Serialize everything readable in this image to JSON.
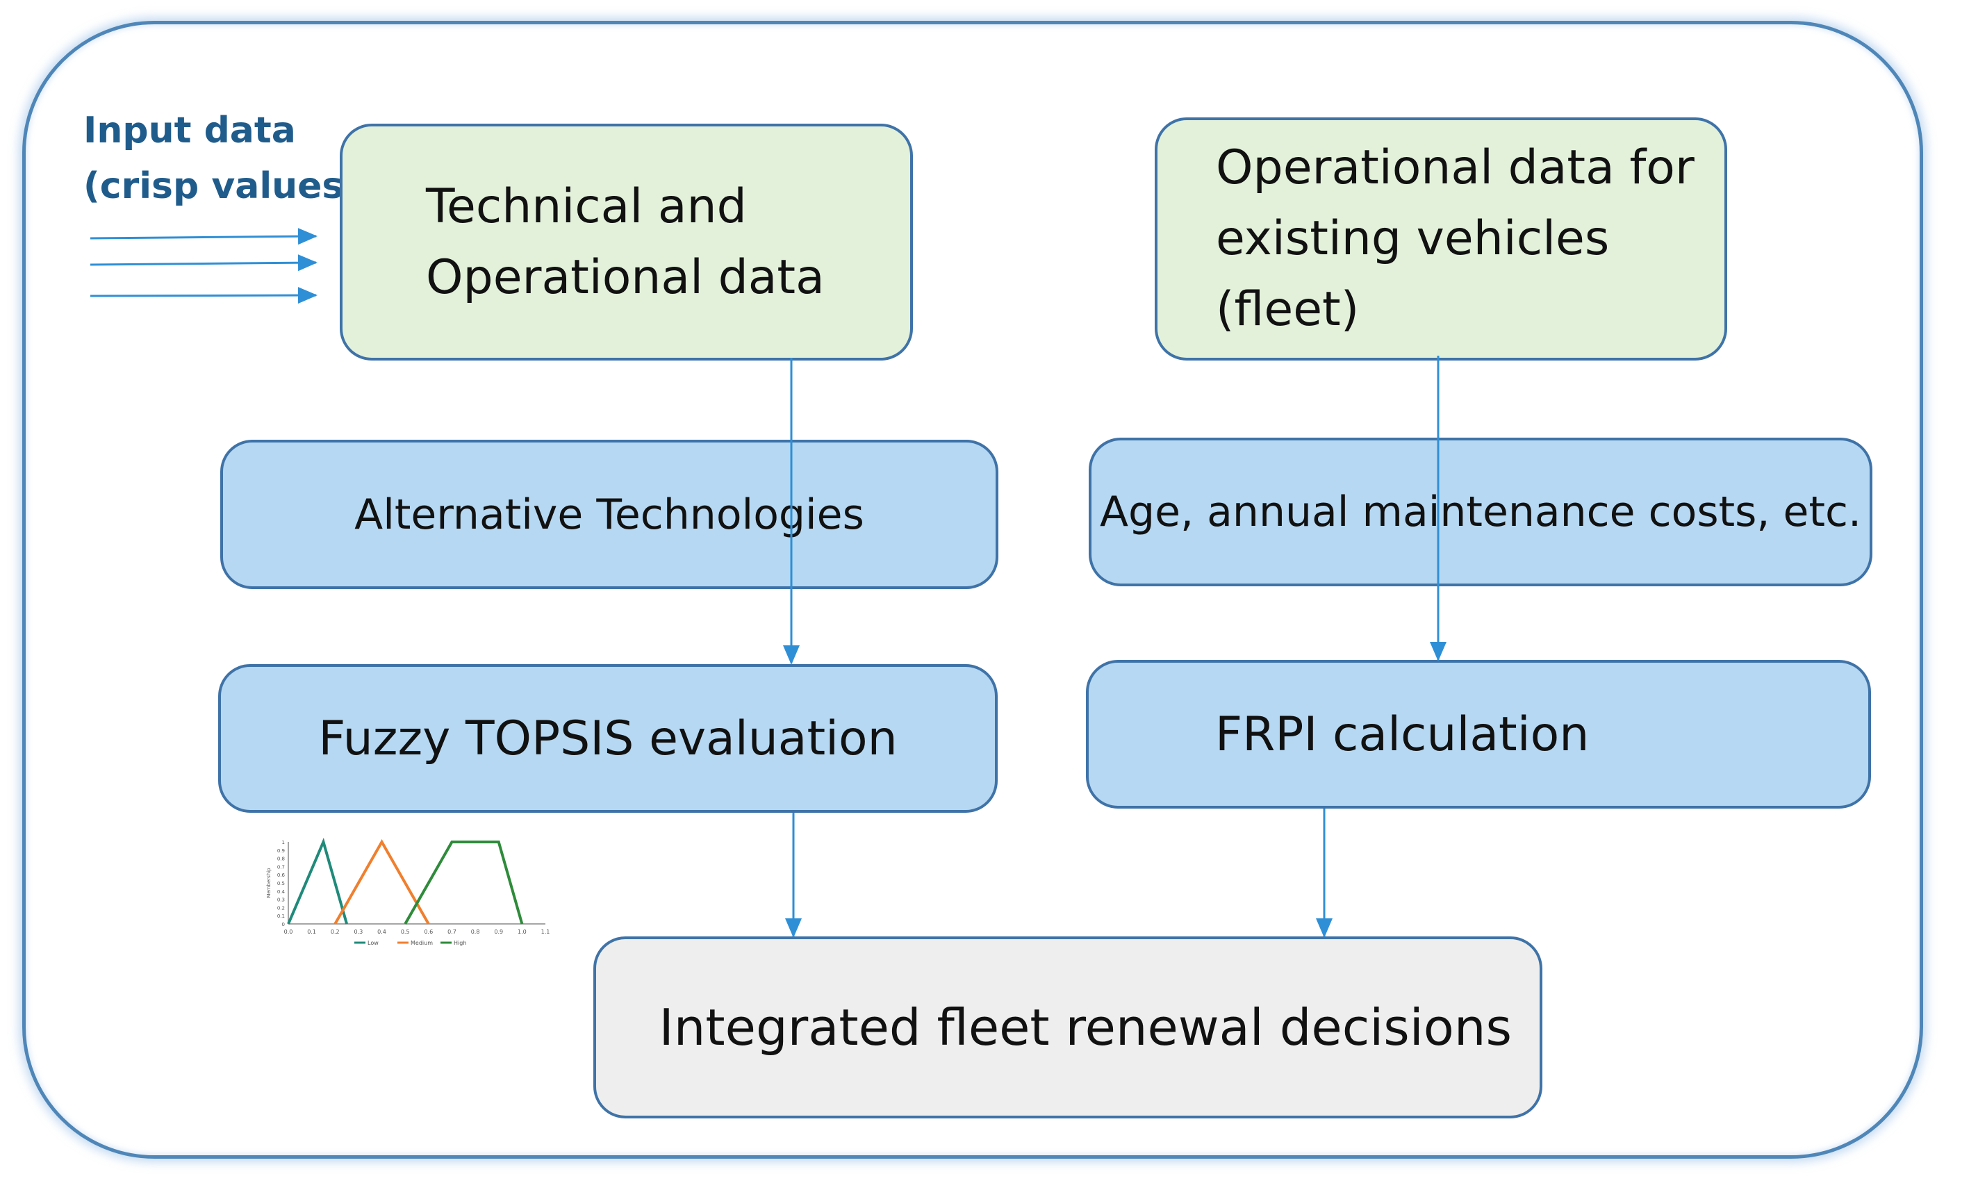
{
  "input": {
    "label_line1": "Input data",
    "label_line2": "(crisp values)"
  },
  "boxes": {
    "technical": "Technical and\nOperational data",
    "operational": "Operational data for\nexisting vehicles\n(fleet)",
    "alternatives": "Alternative Technologies",
    "age": "Age, annual maintenance costs, etc.",
    "fuzzy": "Fuzzy TOPSIS evaluation",
    "frpi": "FRPI calculation",
    "integrated": "Integrated fleet renewal decisions"
  },
  "membership_chart": {
    "x_ticks": [
      "0.0",
      "0.1",
      "0.2",
      "0.3",
      "0.4",
      "0.5",
      "0.6",
      "0.7",
      "0.8",
      "0.9",
      "1.0",
      "1.1"
    ],
    "y_ticks": [
      "0",
      "0.1",
      "0.2",
      "0.3",
      "0.4",
      "0.5",
      "0.6",
      "0.7",
      "0.8",
      "0.9",
      "1"
    ],
    "ylabel": "Membership",
    "legend": [
      "Low",
      "Medium",
      "High"
    ],
    "colors": {
      "low": "#1f8a7a",
      "medium": "#f07f2e",
      "high": "#2e8b3a"
    },
    "low": [
      [
        0.0,
        0
      ],
      [
        0.15,
        1
      ],
      [
        0.25,
        0
      ]
    ],
    "medium": [
      [
        0.2,
        0
      ],
      [
        0.4,
        1
      ],
      [
        0.6,
        0
      ]
    ],
    "high": [
      [
        0.5,
        0
      ],
      [
        0.7,
        1
      ],
      [
        0.9,
        1
      ],
      [
        1.0,
        0
      ]
    ]
  },
  "colors": {
    "frame_border": "#4f86b8",
    "box_border": "#3f73a8",
    "arrow": "#2f8fd6",
    "green_fill": "#e3f1db",
    "blue_fill": "#b6d8f2",
    "gray_fill": "#eeeeee",
    "input_text": "#1f5c8c"
  }
}
